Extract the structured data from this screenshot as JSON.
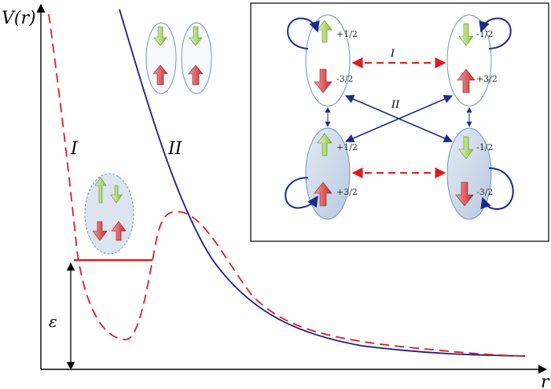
{
  "axes": {
    "y_label": "V(r)",
    "x_label": "r",
    "epsilon_label": "ε"
  },
  "curves": {
    "region_1_label": "I",
    "region_2_label": "II"
  },
  "inset": {
    "top_link_label": "I",
    "cross_link_label": "II",
    "states": {
      "top_left": {
        "upper": "+1/2",
        "lower": "-3/2"
      },
      "top_right": {
        "upper": "-1/2",
        "lower": "+3/2"
      },
      "bottom_left": {
        "upper": "+1/2",
        "lower": "+3/2"
      },
      "bottom_right": {
        "upper": "-1/2",
        "lower": "-3/2"
      }
    }
  },
  "colors": {
    "dashed_curve": "#e01b1b",
    "solid_curve": "#1a1a8c",
    "spin_up_green": "#9bcc4a",
    "spin_down_red": "#d43a3a",
    "ellipse_fill_light": "#ffffff",
    "ellipse_fill_shaded": "#c9d7e8",
    "ellipse_stroke": "#6f93c4",
    "inset_arrow": "#1a2a8c",
    "inset_dashed": "#e01b1b"
  }
}
